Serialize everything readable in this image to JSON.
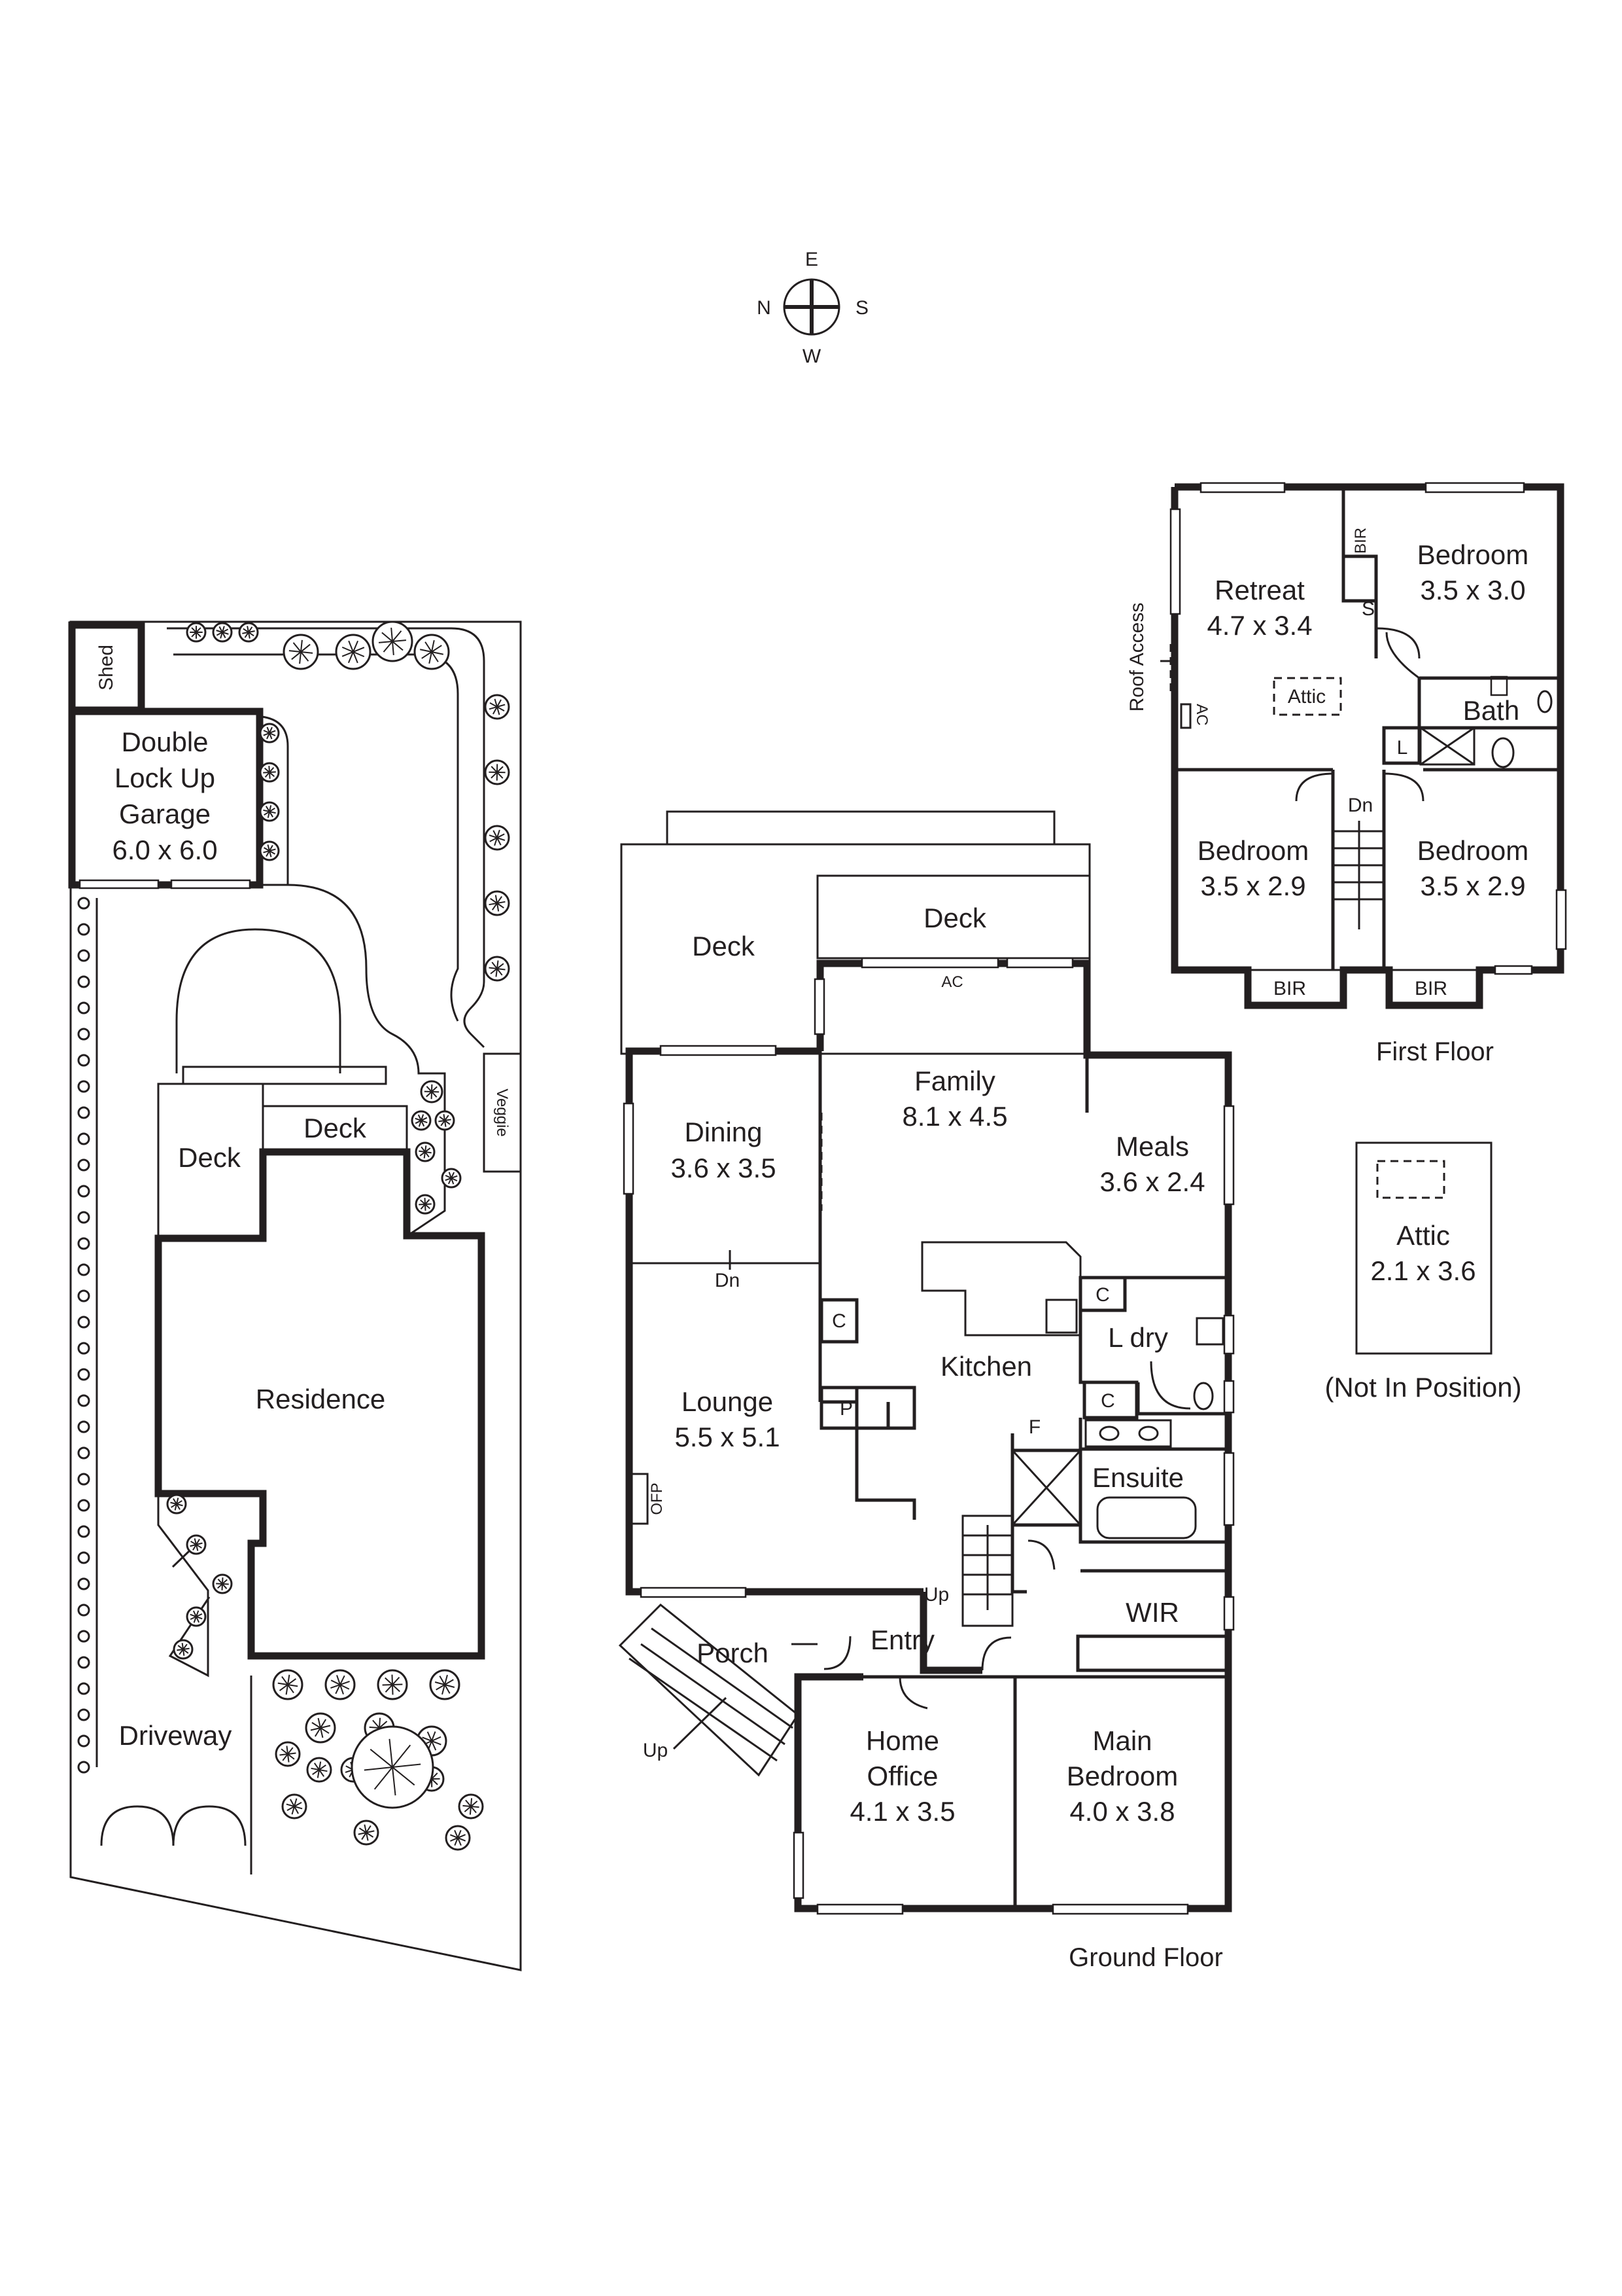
{
  "compass": {
    "n": "N",
    "e": "E",
    "s": "S",
    "w": "W"
  },
  "site": {
    "shed": "Shed",
    "garage": [
      "Double",
      "Lock Up",
      "Garage",
      "6.0 x 6.0"
    ],
    "veggie": "Veggie",
    "deck_left": "Deck",
    "deck_top": "Deck",
    "residence": "Residence",
    "driveway": "Driveway"
  },
  "ground_floor": {
    "caption": "Ground Floor",
    "deck_left": "Deck",
    "deck_right": "Deck",
    "ac": "AC",
    "family": {
      "name": "Family",
      "size": "8.1 x 4.5"
    },
    "dining": {
      "name": "Dining",
      "size": "3.6 x 3.5"
    },
    "meals": {
      "name": "Meals",
      "size": "3.6 x 2.4"
    },
    "lounge": {
      "name": "Lounge",
      "size": "5.5 x 5.1"
    },
    "dn": "Dn",
    "kitchen": "Kitchen",
    "c1": "C",
    "c2": "C",
    "c3": "C",
    "p": "P",
    "f": "F",
    "laundry": "L dry",
    "ensuite": "Ensuite",
    "ofp": "OFP",
    "up_stairs": "Up",
    "wir": "WIR",
    "entry": "Entry",
    "porch": "Porch",
    "up_porch": "Up",
    "home_office": {
      "name1": "Home",
      "name2": "Office",
      "size": "4.1 x 3.5"
    },
    "main_bedroom": {
      "name1": "Main",
      "name2": "Bedroom",
      "size": "4.0 x 3.8"
    }
  },
  "first_floor": {
    "caption": "First Floor",
    "retreat": {
      "name": "Retreat",
      "size": "4.7 x 3.4"
    },
    "bedroom_ne": {
      "name": "Bedroom",
      "size": "3.5 x 3.0"
    },
    "bedroom_sw": {
      "name": "Bedroom",
      "size": "3.5 x 2.9"
    },
    "bedroom_se": {
      "name": "Bedroom",
      "size": "3.5 x 2.9"
    },
    "bir_top": "BIR",
    "bir_left": "BIR",
    "bir_right": "BIR",
    "s": "S",
    "bath": "Bath",
    "l": "L",
    "attic_tag": "Attic",
    "ac": "AC",
    "roof_access": "Roof Access",
    "dn": "Dn"
  },
  "attic_inset": {
    "name": "Attic",
    "size": "2.1 x 3.6",
    "note": "(Not In Position)"
  }
}
